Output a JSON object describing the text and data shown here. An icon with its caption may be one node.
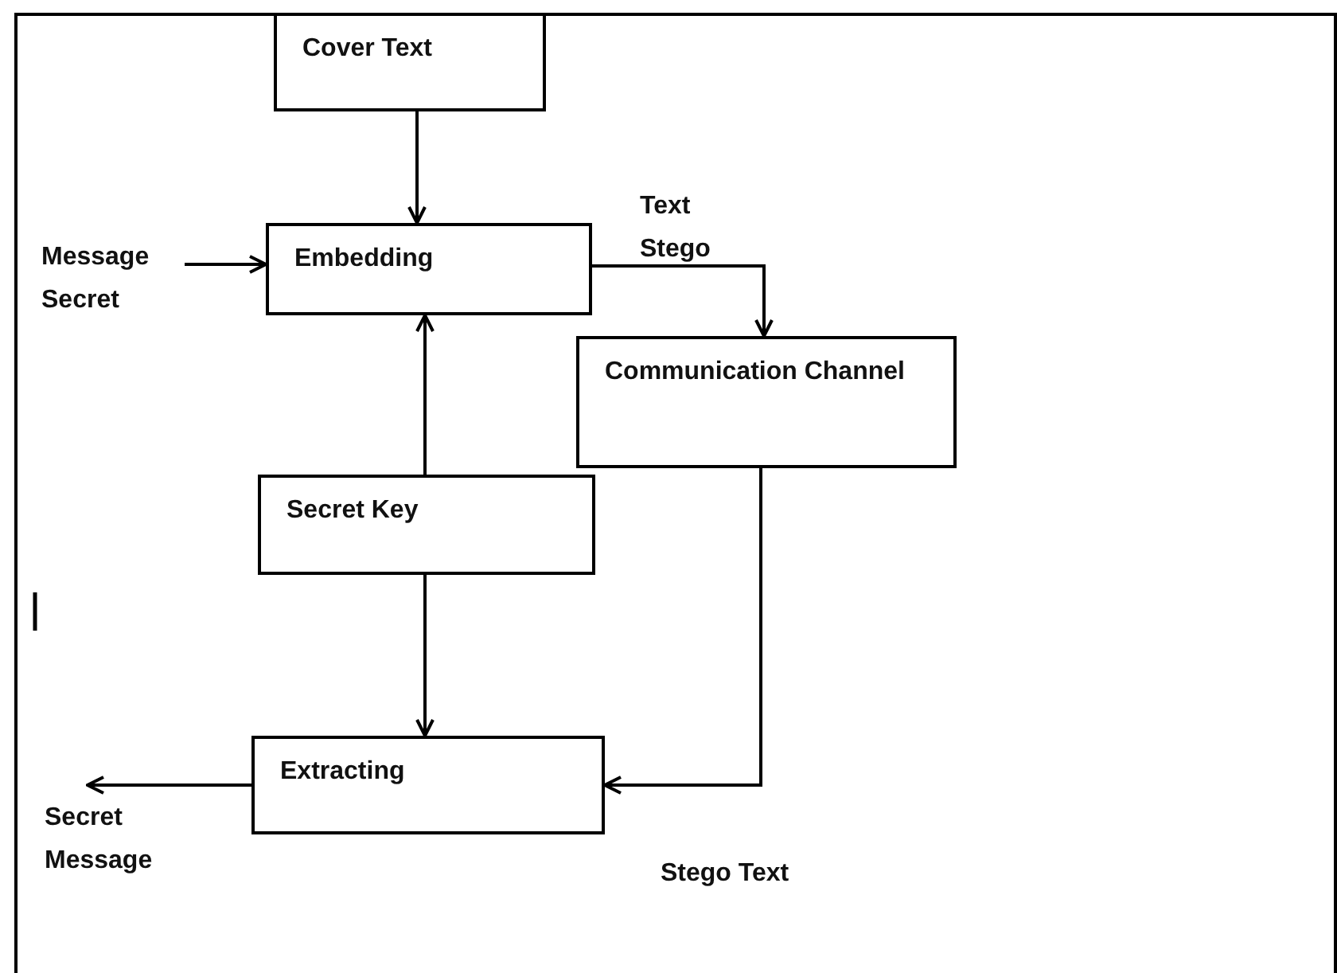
{
  "diagram": {
    "nodes": [
      {
        "text": [
          "Cover Text"
        ]
      },
      {
        "text": [
          "Message Secret"
        ]
      },
      {
        "text": [
          "Embedding"
        ]
      },
      {
        "text": [
          "Communication Channel"
        ]
      },
      {
        "text": [
          "Secret Key"
        ]
      },
      {
        "text": [
          "Extracting"
        ]
      },
      {
        "text": [
          "Secret Message"
        ]
      }
    ],
    "edges": [
      {
        "from": 0,
        "to": 2,
        "arrow": "to"
      },
      {
        "from": 1,
        "to": 2,
        "arrow": "to"
      },
      {
        "from": 2,
        "to": 3,
        "arrow": "to"
      },
      {
        "from": 4,
        "to": 2,
        "arrow": "to"
      },
      {
        "from": 4,
        "to": 5,
        "arrow": "to"
      },
      {
        "from": 3,
        "to": 5,
        "arrow": "to"
      },
      {
        "from": 5,
        "to": 6,
        "arrow": "to"
      }
    ],
    "labels": [
      "Text Stego",
      "Stego Text"
    ]
  }
}
